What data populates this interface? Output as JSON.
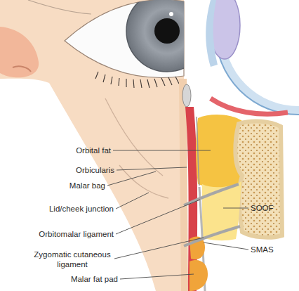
{
  "diagram": {
    "labels": [
      "Orbital fat",
      "Orbicularis",
      "Malar bag",
      "Lid/cheek junction",
      "Orbitomalar ligament",
      "Zygomatic cutaneous ligament",
      "Malar fat pad",
      "SOOF",
      "SMAS"
    ]
  }
}
